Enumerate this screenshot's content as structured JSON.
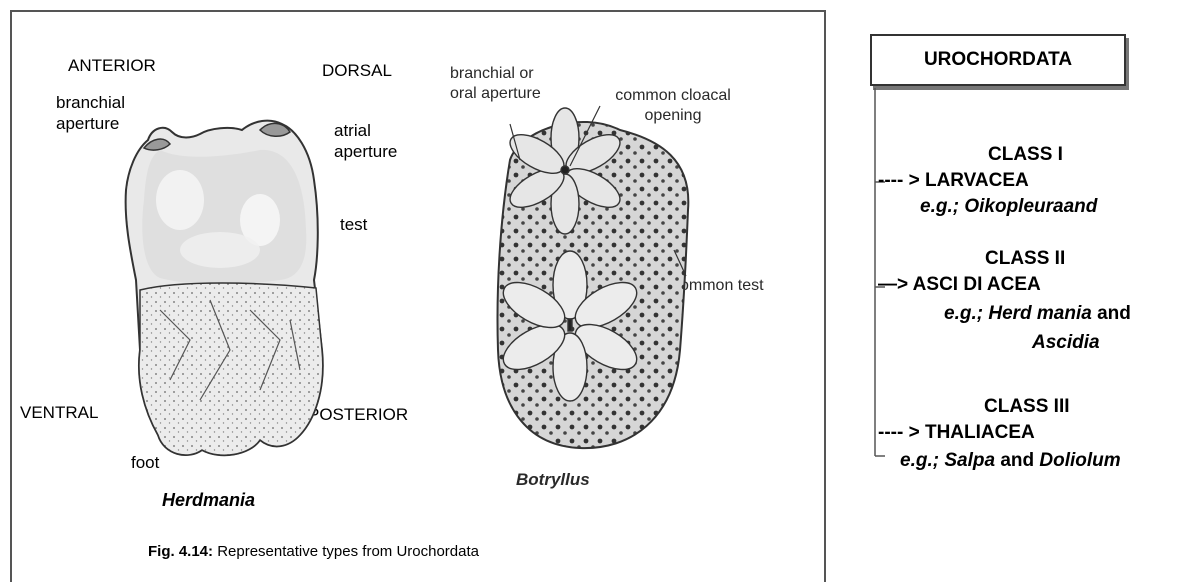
{
  "figure": {
    "herdmania": {
      "anterior": "ANTERIOR",
      "dorsal": "DORSAL",
      "branchial_aperture": "branchial aperture",
      "atrial_aperture": "atrial aperture",
      "test": "test",
      "ventral": "VENTRAL",
      "posterior": "POSTERIOR",
      "foot": "foot",
      "name": "Herdmania"
    },
    "botryllus": {
      "branchial_oral_aperture": "branchial or oral aperture",
      "common_cloacal_opening": "common cloacal opening",
      "common_test": "common test",
      "name": "Botryllus"
    },
    "caption_prefix": "Fig. 4.14:",
    "caption_text": " Representative types from Urochordata"
  },
  "classification": {
    "title": "UROCHORDATA",
    "classes": [
      {
        "heading": "CLASS I",
        "line": "---- > LARVACEA",
        "eg_prefix": "e.g.; ",
        "eg_italic1": "Oikopleuraand",
        "eg_and": "",
        "eg_italic2": ""
      },
      {
        "heading": "CLASS II",
        "line": "—> ASCI DI ACEA",
        "eg_prefix": "e.g.; ",
        "eg_italic1": "Herd mania",
        "eg_and": " and",
        "eg_italic2": "Ascidia"
      },
      {
        "heading": "CLASS III",
        "line": "---- > THALIACEA",
        "eg_prefix": "e.g.; ",
        "eg_italic1": "Salpa",
        "eg_and": " and ",
        "eg_italic2": "Doliolum"
      }
    ]
  }
}
